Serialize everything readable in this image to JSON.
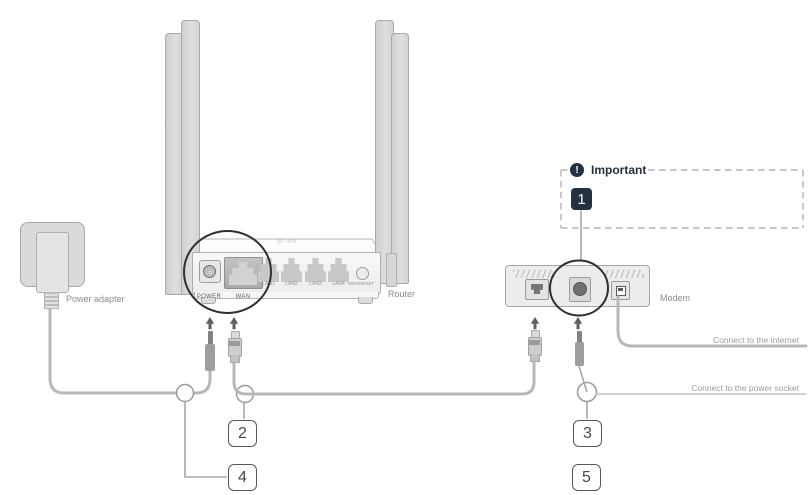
{
  "diagram": {
    "labels": {
      "power_adapter": "Power adapter",
      "router": "Router",
      "modem": "Modem",
      "internet_note": "Connect to the internet",
      "power_note": "Connect to the power socket"
    },
    "important": {
      "icon": "!",
      "title": "Important"
    },
    "router": {
      "brand": "tp-link",
      "ports": {
        "power": "POWER",
        "wan": "WAN",
        "lan1": "LAN1",
        "lan2": "LAN2",
        "lan3": "LAN3",
        "lan4": "LAN4",
        "wps": "WPS/RESET"
      }
    },
    "steps": {
      "s1": "1",
      "s2": "2",
      "s3": "3",
      "s4": "4",
      "s5": "5"
    },
    "colors": {
      "accent_dark": "#233140",
      "cable_gray": "#b8b8b8",
      "device_fill": "#dcdcdc",
      "highlight_stroke": "#2f2f2f",
      "note_text": "#9b9b9b"
    }
  }
}
